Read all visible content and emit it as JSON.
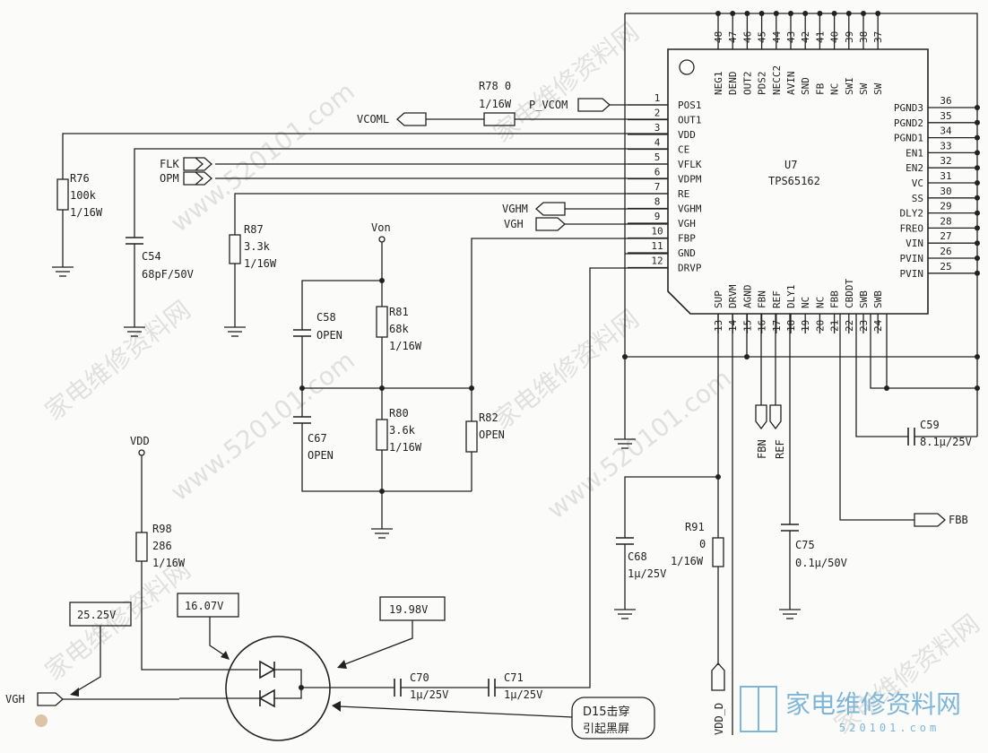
{
  "ic": {
    "ref": "U7",
    "part": "TPS65162",
    "left_pins": [
      {
        "num": "1",
        "name": "POS1"
      },
      {
        "num": "2",
        "name": "OUT1"
      },
      {
        "num": "3",
        "name": "VDD"
      },
      {
        "num": "4",
        "name": "CE"
      },
      {
        "num": "5",
        "name": "VFLK"
      },
      {
        "num": "6",
        "name": "VDPM"
      },
      {
        "num": "7",
        "name": "RE"
      },
      {
        "num": "8",
        "name": "VGHM"
      },
      {
        "num": "9",
        "name": "VGH"
      },
      {
        "num": "10",
        "name": "FBP"
      },
      {
        "num": "11",
        "name": "GND"
      },
      {
        "num": "12",
        "name": "DRVP"
      }
    ],
    "right_pins": [
      {
        "num": "36",
        "name": "PGND3"
      },
      {
        "num": "35",
        "name": "PGND2"
      },
      {
        "num": "34",
        "name": "PGND1"
      },
      {
        "num": "33",
        "name": "EN1"
      },
      {
        "num": "32",
        "name": "EN2"
      },
      {
        "num": "31",
        "name": "VC"
      },
      {
        "num": "30",
        "name": "SS"
      },
      {
        "num": "29",
        "name": "DLY2"
      },
      {
        "num": "28",
        "name": "FREO"
      },
      {
        "num": "27",
        "name": "VIN"
      },
      {
        "num": "26",
        "name": "PVIN"
      },
      {
        "num": "25",
        "name": "PVIN"
      }
    ],
    "top_pins": [
      {
        "num": "48",
        "name": "NEG1"
      },
      {
        "num": "47",
        "name": "DEND"
      },
      {
        "num": "46",
        "name": "OUT2"
      },
      {
        "num": "45",
        "name": "PDS2"
      },
      {
        "num": "44",
        "name": "NECC2"
      },
      {
        "num": "43",
        "name": "AVIN"
      },
      {
        "num": "42",
        "name": "SND"
      },
      {
        "num": "41",
        "name": "FB"
      },
      {
        "num": "40",
        "name": "NC"
      },
      {
        "num": "39",
        "name": "SWI"
      },
      {
        "num": "38",
        "name": "SW"
      },
      {
        "num": "37",
        "name": "SW"
      }
    ],
    "bottom_pins": [
      {
        "num": "13",
        "name": "SUP"
      },
      {
        "num": "14",
        "name": "DRVM"
      },
      {
        "num": "15",
        "name": "AGND"
      },
      {
        "num": "16",
        "name": "FBN"
      },
      {
        "num": "17",
        "name": "REF"
      },
      {
        "num": "18",
        "name": "DLY1"
      },
      {
        "num": "19",
        "name": "NC"
      },
      {
        "num": "20",
        "name": "NC"
      },
      {
        "num": "21",
        "name": "FBB"
      },
      {
        "num": "22",
        "name": "CBDDT"
      },
      {
        "num": "23",
        "name": "SWB"
      },
      {
        "num": "24",
        "name": "SWB"
      }
    ]
  },
  "components": {
    "r78": {
      "ref": "R78 0",
      "value": "1/16W"
    },
    "r76": {
      "ref": "R76",
      "value": "100k",
      "power": "1/16W"
    },
    "c54": {
      "ref": "C54",
      "value": "68pF/50V"
    },
    "r87": {
      "ref": "R87",
      "value": "3.3k",
      "power": "1/16W"
    },
    "c58": {
      "ref": "C58",
      "value": "OPEN"
    },
    "r81": {
      "ref": "R81",
      "value": "68k",
      "power": "1/16W"
    },
    "c67": {
      "ref": "C67",
      "value": "OPEN"
    },
    "r80": {
      "ref": "R80",
      "value": "3.6k",
      "power": "1/16W"
    },
    "r82": {
      "ref": "R82",
      "value": "OPEN"
    },
    "r98": {
      "ref": "R98",
      "value": "286",
      "power": "1/16W"
    },
    "c70": {
      "ref": "C70",
      "value": "1μ/25V"
    },
    "c71": {
      "ref": "C71",
      "value": "1μ/25V"
    },
    "c68": {
      "ref": "C68",
      "value": "1μ/25V"
    },
    "r91": {
      "ref": "R91",
      "value": "0",
      "power": "1/16W"
    },
    "c75": {
      "ref": "C75",
      "value": "0.1μ/50V"
    },
    "c59": {
      "ref": "C59",
      "value": "8.1μ/25V"
    }
  },
  "nets": {
    "vcoml": "VCOML",
    "p_vcom": "P_VCOM",
    "flk": "FLK",
    "opm": "OPM",
    "vghm": "VGHM",
    "vgh": "VGH",
    "von": "Von",
    "vdd": "VDD",
    "fbn": "FBN",
    "ref": "REF",
    "fbb": "FBB",
    "vdd_d": "VDD_D",
    "vgh_in": "VGH"
  },
  "measurements": {
    "m1": "25.25V",
    "m2": "16.07V",
    "m3": "19.98V"
  },
  "note": {
    "line1": "D15击穿",
    "line2": "引起黑屏"
  },
  "watermark": {
    "logo_text": "家电维修资料网",
    "url": "520101.com",
    "bg_text": "家电维修资料网",
    "bg_url": "www.520101.com"
  },
  "colors": {
    "ink": "#222222",
    "paper": "#fbfbf9",
    "watermark": "#cfcfcf",
    "logo": "#7fb6d8"
  }
}
